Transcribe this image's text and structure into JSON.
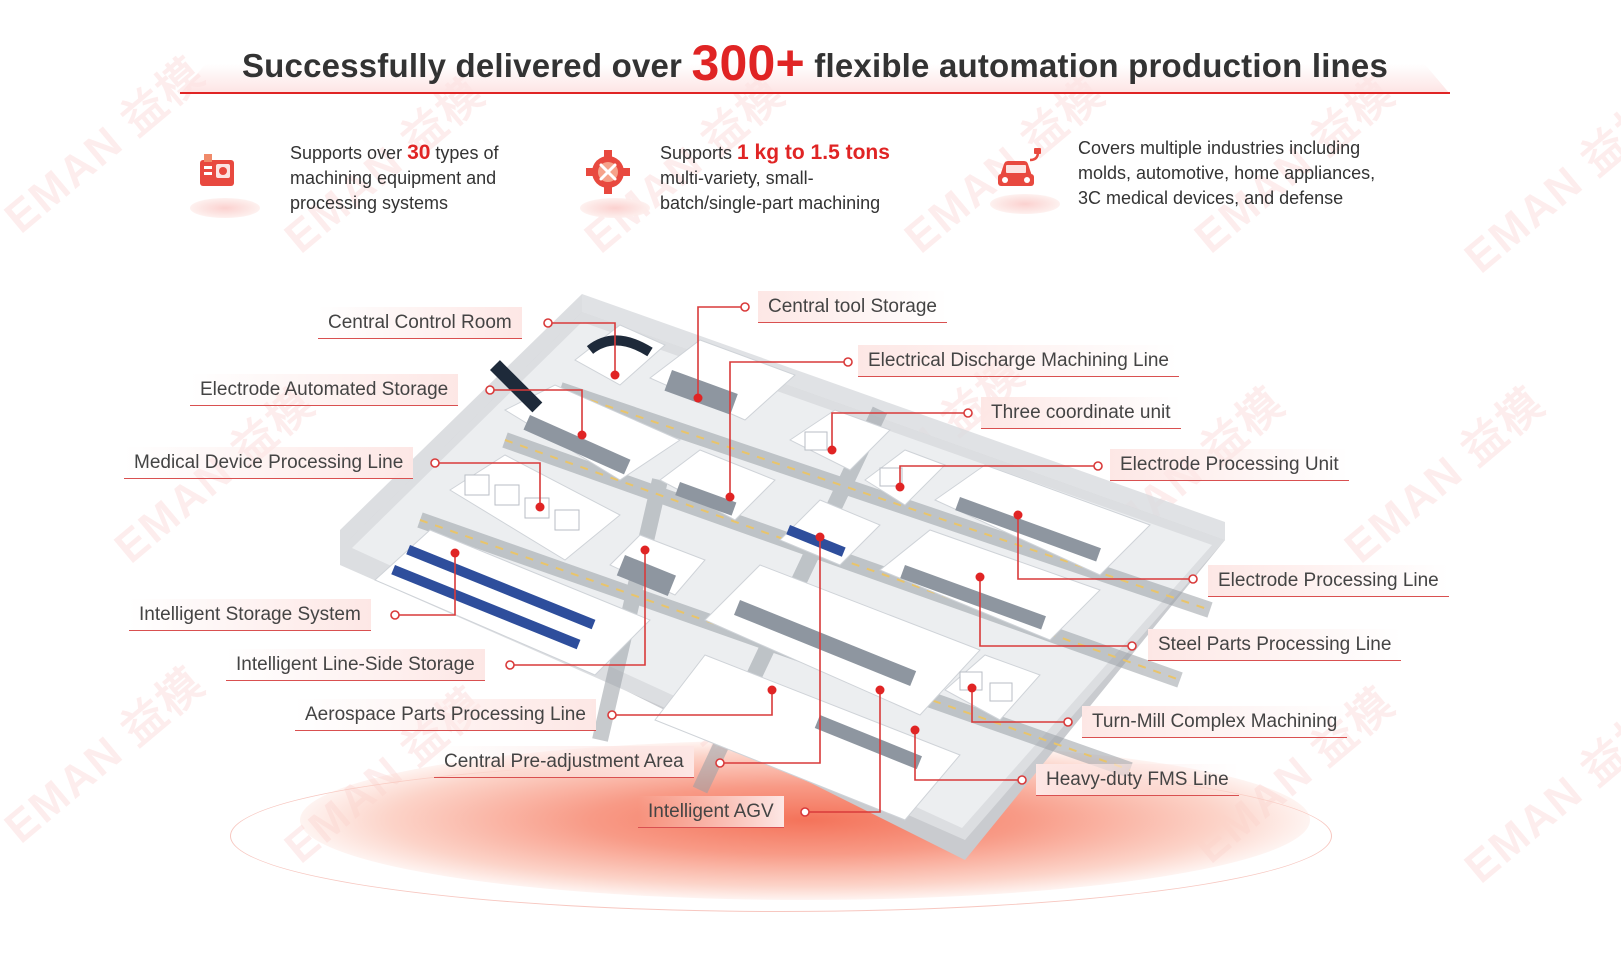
{
  "header": {
    "title_before": "Successfully delivered over",
    "title_highlight": "300+",
    "title_after": "flexible automation production lines"
  },
  "features": [
    {
      "icon": "machining-equipment-icon",
      "pre": "Supports over ",
      "highlight": "30",
      "post": " types of",
      "line2": "machining equipment and",
      "line3": "processing systems"
    },
    {
      "icon": "gear-tools-icon",
      "pre": "Supports ",
      "highlight": "1 kg to 1.5 tons",
      "post": "",
      "line2": "multi-variety, small-",
      "line3": "batch/single-part machining"
    },
    {
      "icon": "car-plug-icon",
      "pre": "Covers multiple industries including",
      "highlight": "",
      "post": "",
      "line2": "molds, automotive, home appliances,",
      "line3": "3C medical devices, and defense"
    }
  ],
  "labels": {
    "central_control_room": "Central Control Room",
    "electrode_automated_storage": "Electrode Automated Storage",
    "medical_device_line": "Medical Device Processing Line",
    "intelligent_storage_system": "Intelligent Storage System",
    "intelligent_line_side_storage": "Intelligent Line-Side Storage",
    "aerospace_parts_line": "Aerospace Parts Processing Line",
    "central_pre_adjustment": "Central Pre-adjustment Area",
    "intelligent_agv": "Intelligent AGV",
    "central_tool_storage": "Central tool Storage",
    "edm_line": "Electrical Discharge Machining Line",
    "three_coordinate_unit": "Three coordinate unit",
    "electrode_processing_unit": "Electrode Processing Unit",
    "electrode_processing_line": "Electrode Processing Line",
    "steel_parts_line": "Steel Parts Processing Line",
    "turn_mill": "Turn-Mill Complex Machining",
    "heavy_duty_fms": "Heavy-duty FMS Line"
  },
  "watermark": "EMAN 益模",
  "colors": {
    "accent": "#e02424",
    "line": "#d95050"
  }
}
